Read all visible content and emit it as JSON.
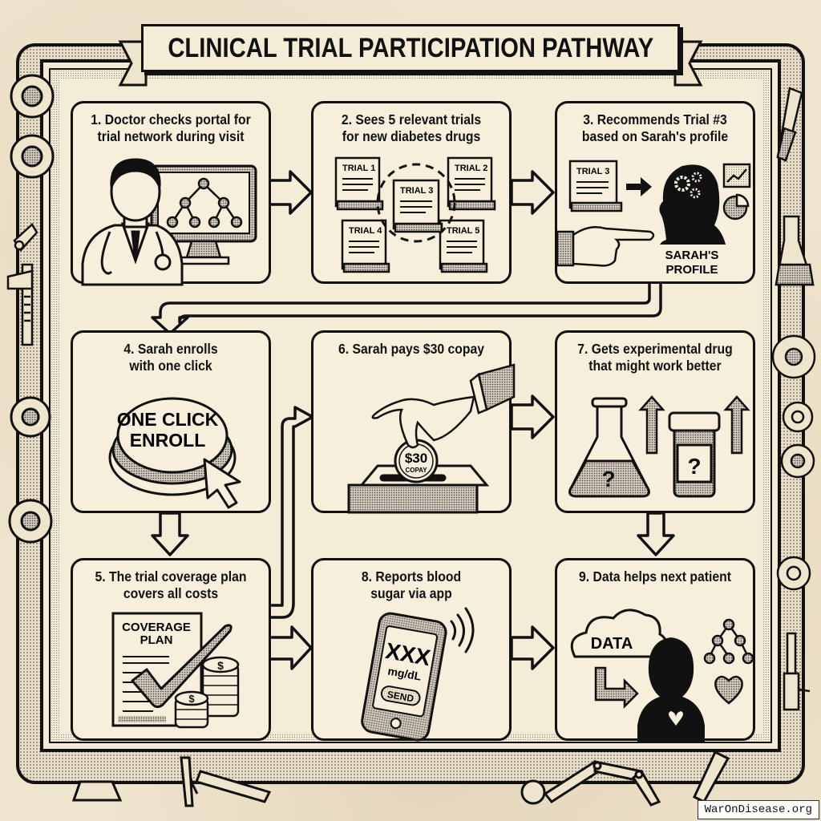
{
  "title": "CLINICAL TRIAL PARTICIPATION PATHWAY",
  "panels": [
    {
      "step": 1,
      "caption_line1": "1. Doctor checks portal for",
      "caption_line2": "trial network during visit",
      "icons": [
        "doctor-icon",
        "stethoscope-icon",
        "monitor-icon",
        "network-tree-icon"
      ]
    },
    {
      "step": 2,
      "caption_line1": "2. Sees 5 relevant trials",
      "caption_line2": "for new diabetes drugs",
      "trials": [
        "TRIAL 1",
        "TRIAL 2",
        "TRIAL 3",
        "TRIAL 4",
        "TRIAL 5"
      ],
      "highlighted_trial": "TRIAL 3",
      "icons": [
        "scroll-document-icon",
        "dashed-highlight-circle"
      ]
    },
    {
      "step": 3,
      "caption_line1": "3. Recommends Trial #3",
      "caption_line2": "based on Sarah's profile",
      "doc_label": "TRIAL 3",
      "profile_line1": "SARAH'S",
      "profile_line2": "PROFILE",
      "icons": [
        "scroll-document-icon",
        "arrow-right-icon",
        "head-gears-icon",
        "line-chart-icon",
        "pie-chart-icon",
        "pointing-hand-icon"
      ]
    },
    {
      "step": 4,
      "caption_line1": "4. Sarah enrolls",
      "caption_line2": "with one click",
      "button_line1": "ONE CLICK",
      "button_line2": "ENROLL",
      "icons": [
        "big-button-icon",
        "cursor-arrow-icon"
      ]
    },
    {
      "step": 5,
      "caption_line1": "5. The trial coverage plan",
      "caption_line2": "covers all costs",
      "doc_line1": "COVERAGE",
      "doc_line2": "PLAN",
      "coin_symbol": "$",
      "icons": [
        "document-icon",
        "checkmark-icon",
        "coin-stack-icon"
      ]
    },
    {
      "step": 6,
      "caption_line1": "6. Sarah pays $30 copay",
      "caption_line2": "",
      "coin_line1": "$30",
      "coin_line2": "COPAY",
      "icons": [
        "hand-icon",
        "coin-icon",
        "ballot-box-icon"
      ]
    },
    {
      "step": 7,
      "caption_line1": "7. Gets experimental drug",
      "caption_line2": "that might work better",
      "unknown_mark": "?",
      "icons": [
        "flask-icon",
        "pill-bottle-icon",
        "up-arrow-icon"
      ]
    },
    {
      "step": 8,
      "caption_line1": "8. Reports blood",
      "caption_line2": "sugar via app",
      "reading_value": "XXX",
      "reading_unit": "mg/dL",
      "send_label": "SEND",
      "icons": [
        "smartphone-icon",
        "wireless-signal-icon"
      ]
    },
    {
      "step": 9,
      "caption_line1": "9. Data helps next patient",
      "caption_line2": "",
      "cloud_label": "DATA",
      "icons": [
        "cloud-icon",
        "bent-arrow-icon",
        "patient-silhouette-icon",
        "network-tree-icon",
        "heart-icon"
      ]
    }
  ],
  "flow_order": [
    1,
    2,
    3,
    4,
    5,
    6,
    7,
    9,
    8
  ],
  "watermark": "WarOnDisease.org",
  "colors": {
    "paper": "#efe4cc",
    "panel": "#f7efdc",
    "ink": "#111111",
    "halftone": "#9a9286"
  }
}
